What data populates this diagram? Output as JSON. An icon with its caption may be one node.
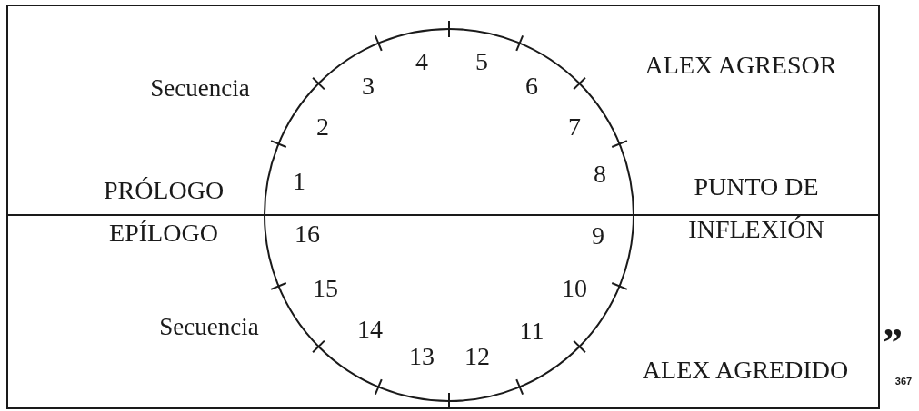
{
  "diagram": {
    "labels": [
      "Secuencia",
      "ALEX AGRESOR",
      "PRÓLOGO",
      "PUNTO DE INFLEXIÓN",
      "EPÍLOGO",
      "Secuencia",
      "ALEX AGREDIDO",
      "”",
      "367",
      "1",
      "2",
      "3",
      "4",
      "5",
      "6",
      "7",
      "8",
      "9",
      "10",
      "11",
      "12",
      "13",
      "14",
      "15",
      "16"
    ]
  }
}
